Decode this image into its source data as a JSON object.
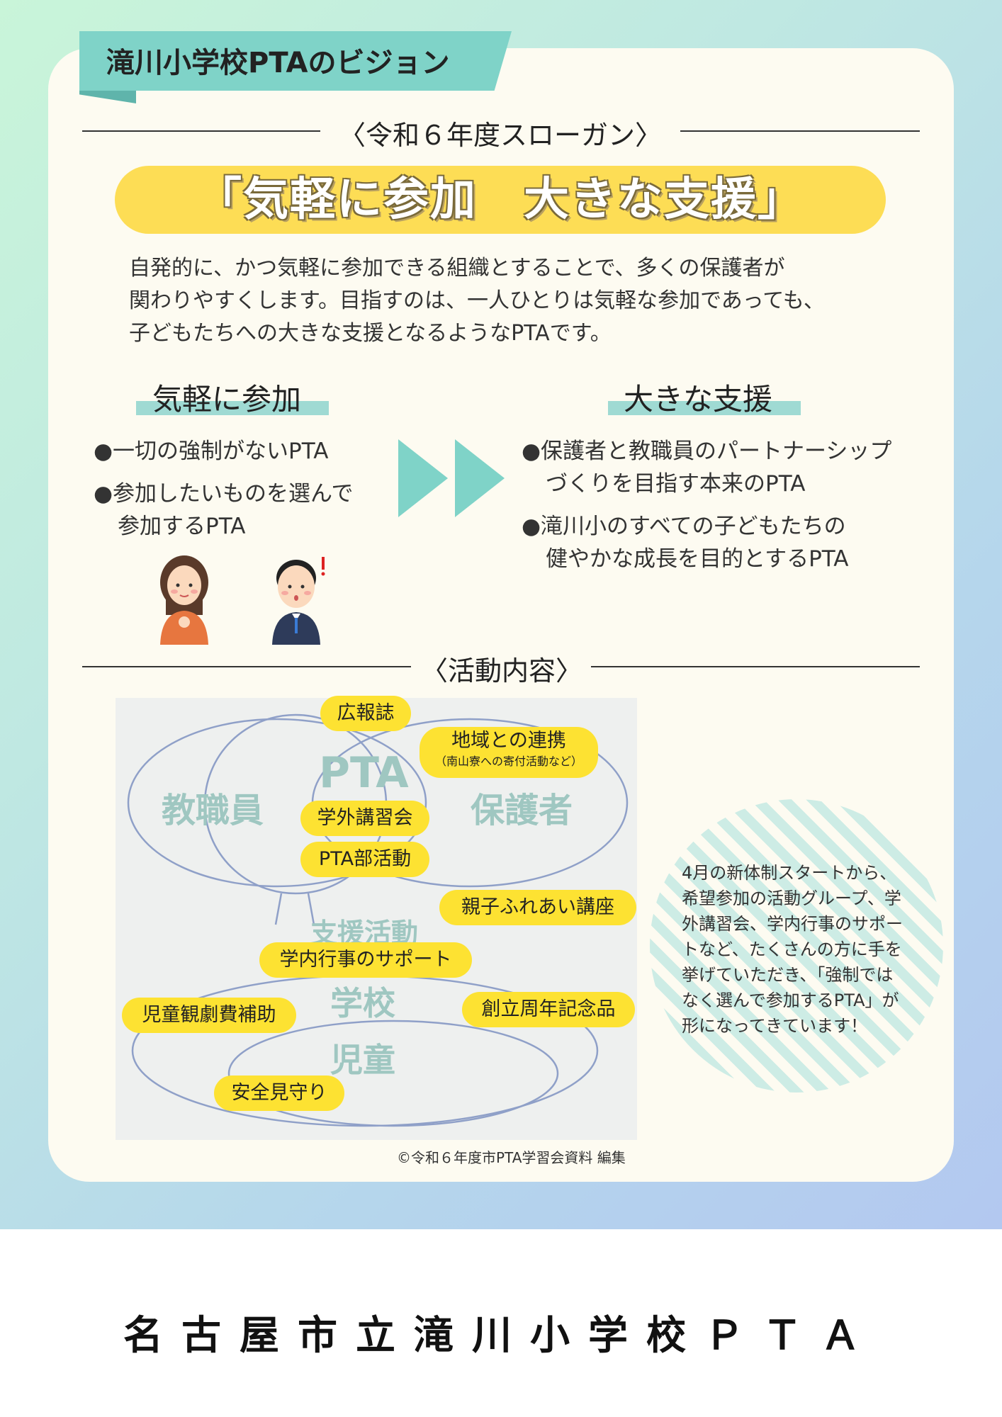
{
  "header": {
    "title": "滝川小学校PTAのビジョン"
  },
  "slogan_section": {
    "heading": "〈令和６年度スローガン〉",
    "slogan": "「気軽に参加　大きな支援」",
    "intro_lines": [
      "自発的に、かつ気軽に参加できる組織とすることで、多くの保護者が",
      "関わりやすくします。目指すのは、一人ひとりは気軽な参加であっても、",
      "子どもたちへの大きな支援となるようなPTAです。"
    ]
  },
  "left_column": {
    "heading": "気軽に参加",
    "items": [
      {
        "lines": [
          "●一切の強制がないPTA"
        ]
      },
      {
        "lines": [
          "●参加したいものを選んで",
          "参加するPTA"
        ]
      }
    ]
  },
  "right_column": {
    "heading": "大きな支援",
    "items": [
      {
        "lines": [
          "●保護者と教職員のパートナーシップ",
          "づくりを目指す本来のPTA"
        ]
      },
      {
        "lines": [
          "●滝川小のすべての子どもたちの",
          "健やかな成長を目的とするPTA"
        ]
      }
    ]
  },
  "activities_section": {
    "heading": "〈活動内容〉",
    "diagram": {
      "circle_labels": {
        "teachers": "教職員",
        "pta": "PTA",
        "parents": "保護者",
        "support": "支援活動",
        "school": "学校",
        "children": "児童"
      },
      "activities": {
        "newsletter": "広報誌",
        "community": "地域との連携",
        "community_note": "（南山寮への寄付活動など）",
        "lecture": "学外講習会",
        "club": "PTA部活動",
        "parent_child": "親子ふれあい講座",
        "school_events": "学内行事のサポート",
        "theater": "児童観劇費補助",
        "anniversary": "創立周年記念品",
        "safety": "安全見守り"
      }
    },
    "credit": "©令和６年度市PTA学習会資料 編集",
    "note_lines": [
      "4月の新体制スタートから、",
      "希望参加の活動グループ、学",
      "外講習会、学内行事のサポー",
      "トなど、たくさんの方に手を",
      "挙げていただき、「強制では",
      "なく選んで参加するPTA」が",
      "形になってきています！"
    ]
  },
  "footer": {
    "org_name": "名古屋市立滝川小学校ＰＴＡ"
  },
  "colors": {
    "accent_teal": "#7fd3c8",
    "slogan_yellow": "#fddd55",
    "pill_yellow": "#fde232",
    "card_bg": "#fdfbf1"
  },
  "icons": [
    "double-arrow-icon",
    "woman-illustration-icon",
    "man-surprised-illustration-icon"
  ]
}
